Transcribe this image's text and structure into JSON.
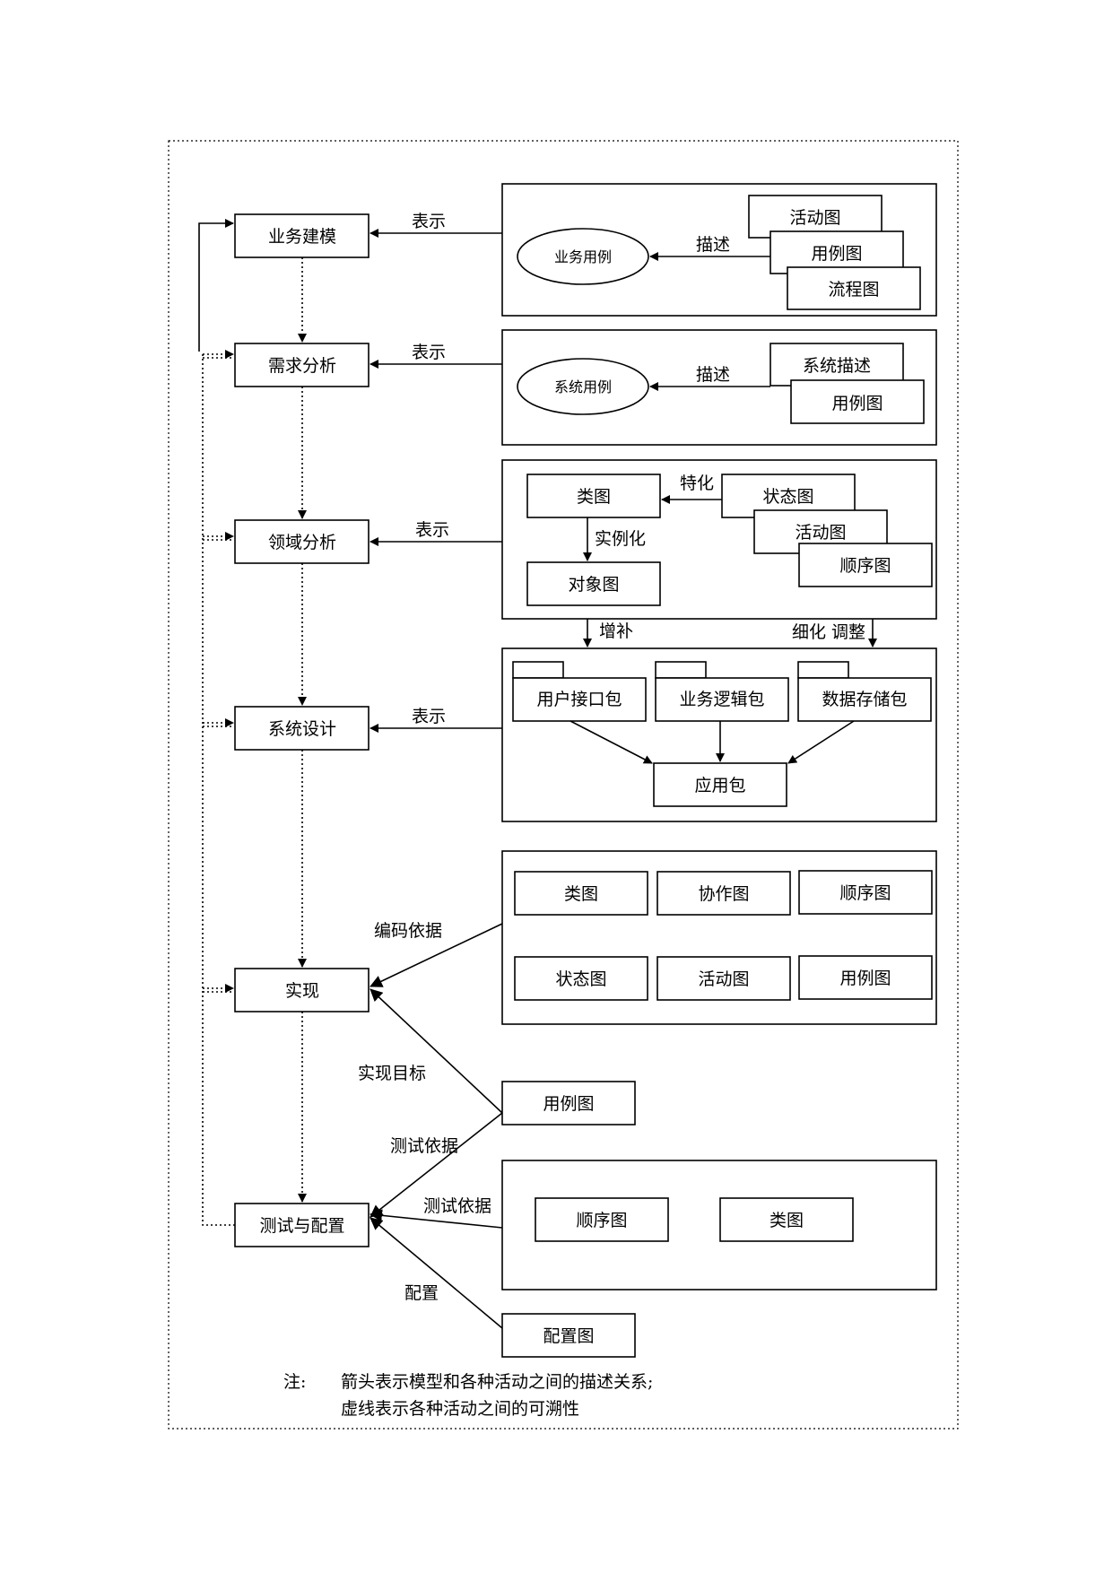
{
  "activities": {
    "business_modeling": "业务建模",
    "requirements_analysis": "需求分析",
    "domain_analysis": "领域分析",
    "system_design": "系统设计",
    "implementation": "实现",
    "test_config": "测试与配置"
  },
  "edges": {
    "represent": "表示",
    "describe": "描述",
    "specialize": "特化",
    "instantiate": "实例化",
    "supplement": "增补",
    "refine_adjust": "细化  调整",
    "coding_basis": "编码依据",
    "impl_goal": "实现目标",
    "test_basis": "测试依据",
    "config": "配置"
  },
  "models": {
    "business_use_case": "业务用例",
    "system_use_case": "系统用例",
    "activity": "活动图",
    "use_case": "用例图",
    "flow": "流程图",
    "system_desc": "系统描述",
    "class": "类图",
    "object": "对象图",
    "state": "状态图",
    "sequence": "顺序图",
    "collaboration": "协作图",
    "ui_package": "用户接口包",
    "business_logic_package": "业务逻辑包",
    "data_storage_package": "数据存储包",
    "app_package": "应用包",
    "deployment": "配置图"
  },
  "note": {
    "label": "注:",
    "line1": "箭头表示模型和各种活动之间的描述关系;",
    "line2": "虚线表示各种活动之间的可溯性"
  }
}
